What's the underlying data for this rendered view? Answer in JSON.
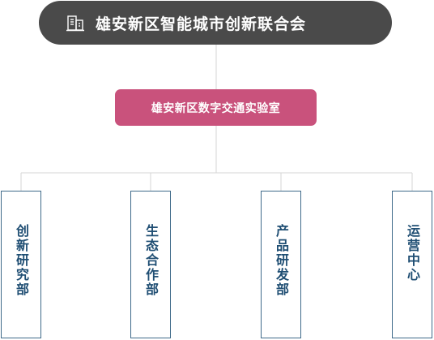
{
  "root": {
    "title": "雄安新区智能城市创新联合会",
    "icon": "building-icon"
  },
  "lab": {
    "title": "雄安新区数字交通实验室"
  },
  "departments": [
    {
      "label": "创新研究部"
    },
    {
      "label": "生态合作部"
    },
    {
      "label": "产品研发部"
    },
    {
      "label": "运营中心"
    }
  ],
  "colors": {
    "root_fill": "#4a4a4a",
    "lab_fill": "#c9527c",
    "dept_border": "#3f6a8a",
    "dept_text": "#1f4e73",
    "connector": "#d6d6d6"
  }
}
